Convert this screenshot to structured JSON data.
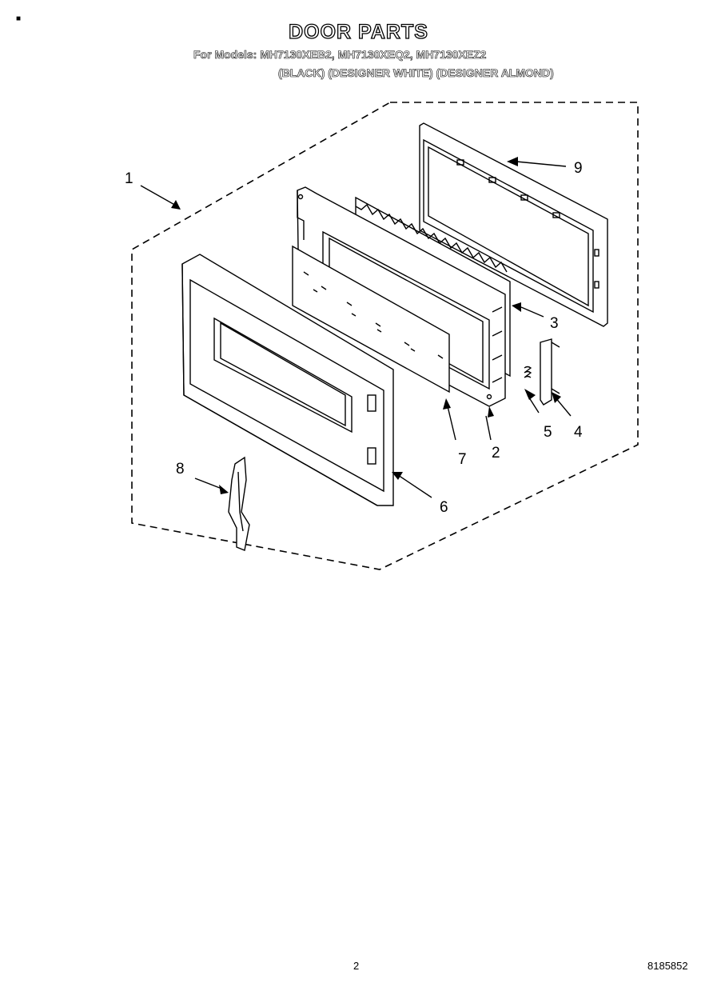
{
  "header": {
    "title": "DOOR PARTS",
    "models_line": "For Models: MH7130XEB2, MH7130XEQ2, MH7130XEZ2",
    "colors_line": "(BLACK)   (DESIGNER WHITE)   (DESIGNER ALMOND)"
  },
  "callouts": {
    "c1": "1",
    "c2": "2",
    "c3": "3",
    "c4": "4",
    "c5": "5",
    "c6": "6",
    "c7": "7",
    "c8": "8",
    "c9": "9"
  },
  "footer": {
    "page_number": "2",
    "document_code": "8185852"
  },
  "corner_mark": "■"
}
